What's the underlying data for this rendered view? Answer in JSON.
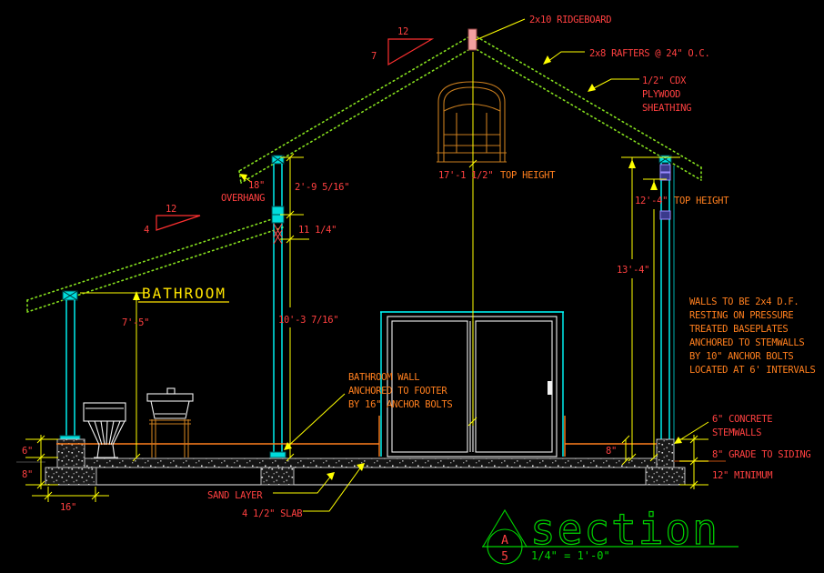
{
  "drawing": {
    "title": "section",
    "scale_note": "1/4\" = 1'-0\"",
    "marker": {
      "letter": "A",
      "number": "5"
    },
    "room": "BATHROOM",
    "callouts": {
      "ridgeboard": "2x10 RIDGEBOARD",
      "rafters": "2x8 RAFTERS @ 24\" O.C.",
      "sheathing": [
        "1/2\" CDX",
        "PLYWOOD",
        "SHEATHING"
      ],
      "bathroom_wall": [
        "BATHROOM WALL",
        "ANCHORED TO FOOTER",
        "BY 16\" ANCHOR BOLTS"
      ],
      "walls_note": [
        "WALLS TO BE 2x4 D.F.",
        "RESTING ON PRESSURE",
        "TREATED BASEPLATES",
        "ANCHORED TO STEMWALLS",
        "BY 10\" ANCHOR BOLTS",
        "LOCATED AT 6' INTERVALS"
      ],
      "stemwalls": [
        "6\" CONCRETE",
        "STEMWALLS"
      ],
      "grade_to_siding": "8\" GRADE TO SIDING",
      "minimum": "12\" MINIMUM",
      "sand_layer": "SAND LAYER",
      "slab": "4 1/2\" SLAB",
      "top_height_label_center": "TOP HEIGHT",
      "top_height_label_right": "TOP HEIGHT"
    },
    "dimensions": {
      "top_height_center": "17'-1 1/2\"",
      "overhang": [
        "18\"",
        "OVERHANG"
      ],
      "wall_top_to_porch": "2'-9 5/16\"",
      "ledger_depth": "11 1/4\"",
      "wall_height": "10'-3 7/16\"",
      "porch_post": "7'-5\"",
      "right_top_height": "12'-4\"",
      "right_roof_height": "13'-4\"",
      "right_grade": "8\"",
      "left_stem_height": "6\"",
      "left_footing_depth": "8\"",
      "footing_width": "16\"",
      "main_slope": {
        "run": "12",
        "rise": "7"
      },
      "porch_slope": {
        "run": "12",
        "rise": "4"
      }
    },
    "colors": {
      "background": "#000000",
      "roof": "#86e01e",
      "framing": "#00ffff",
      "dimension_lines": "#ffff00",
      "dimension_text": "#ff4040",
      "labels": "#ff7f1e",
      "window": "#c87d1e",
      "title": "#00d400"
    }
  }
}
